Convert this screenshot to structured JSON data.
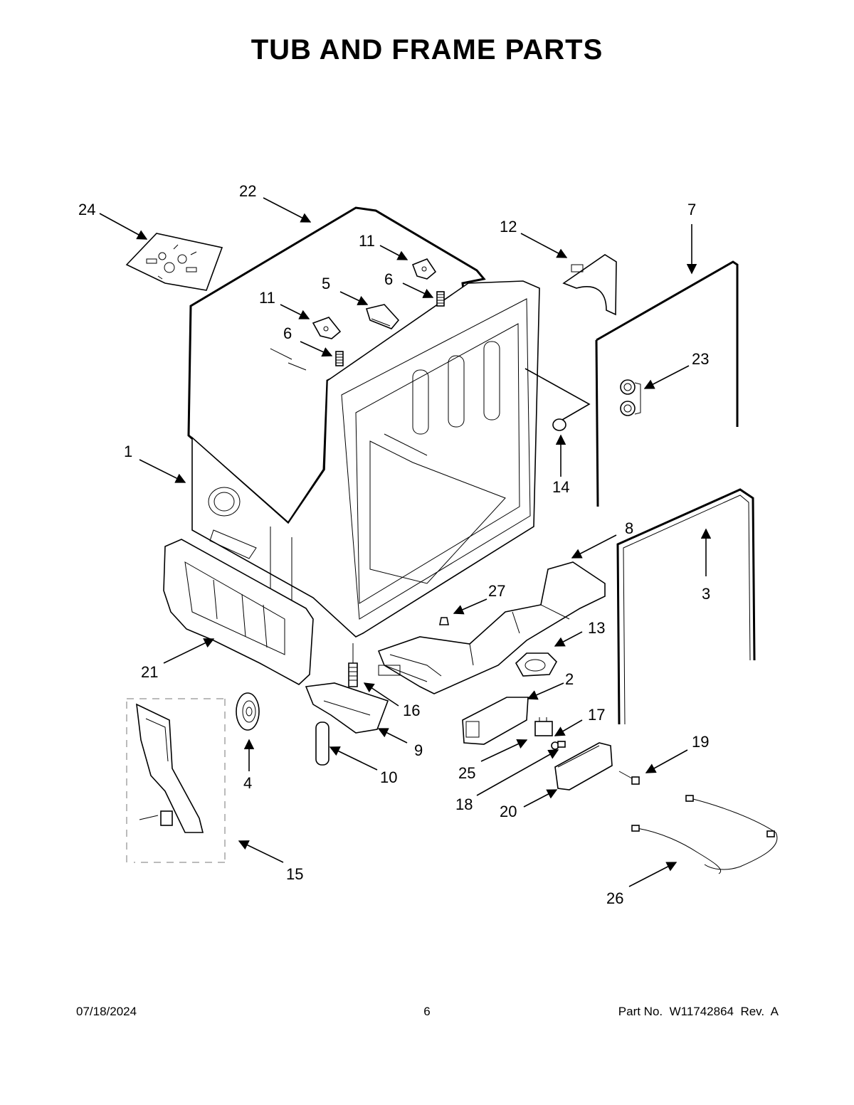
{
  "title": "TUB AND FRAME PARTS",
  "callouts": {
    "c1": "1",
    "c2": "2",
    "c3": "3",
    "c4": "4",
    "c5": "5",
    "c6a": "6",
    "c6b": "6",
    "c7": "7",
    "c8": "8",
    "c9": "9",
    "c10": "10",
    "c11a": "11",
    "c11b": "11",
    "c12": "12",
    "c13": "13",
    "c14": "14",
    "c15": "15",
    "c16": "16",
    "c17": "17",
    "c18": "18",
    "c19": "19",
    "c20": "20",
    "c21": "21",
    "c22": "22",
    "c23": "23",
    "c24": "24",
    "c25": "25",
    "c26": "26",
    "c27": "27"
  },
  "footer": {
    "date": "07/18/2024",
    "page": "6",
    "part": "Part No.  W11742864  Rev.  A"
  }
}
